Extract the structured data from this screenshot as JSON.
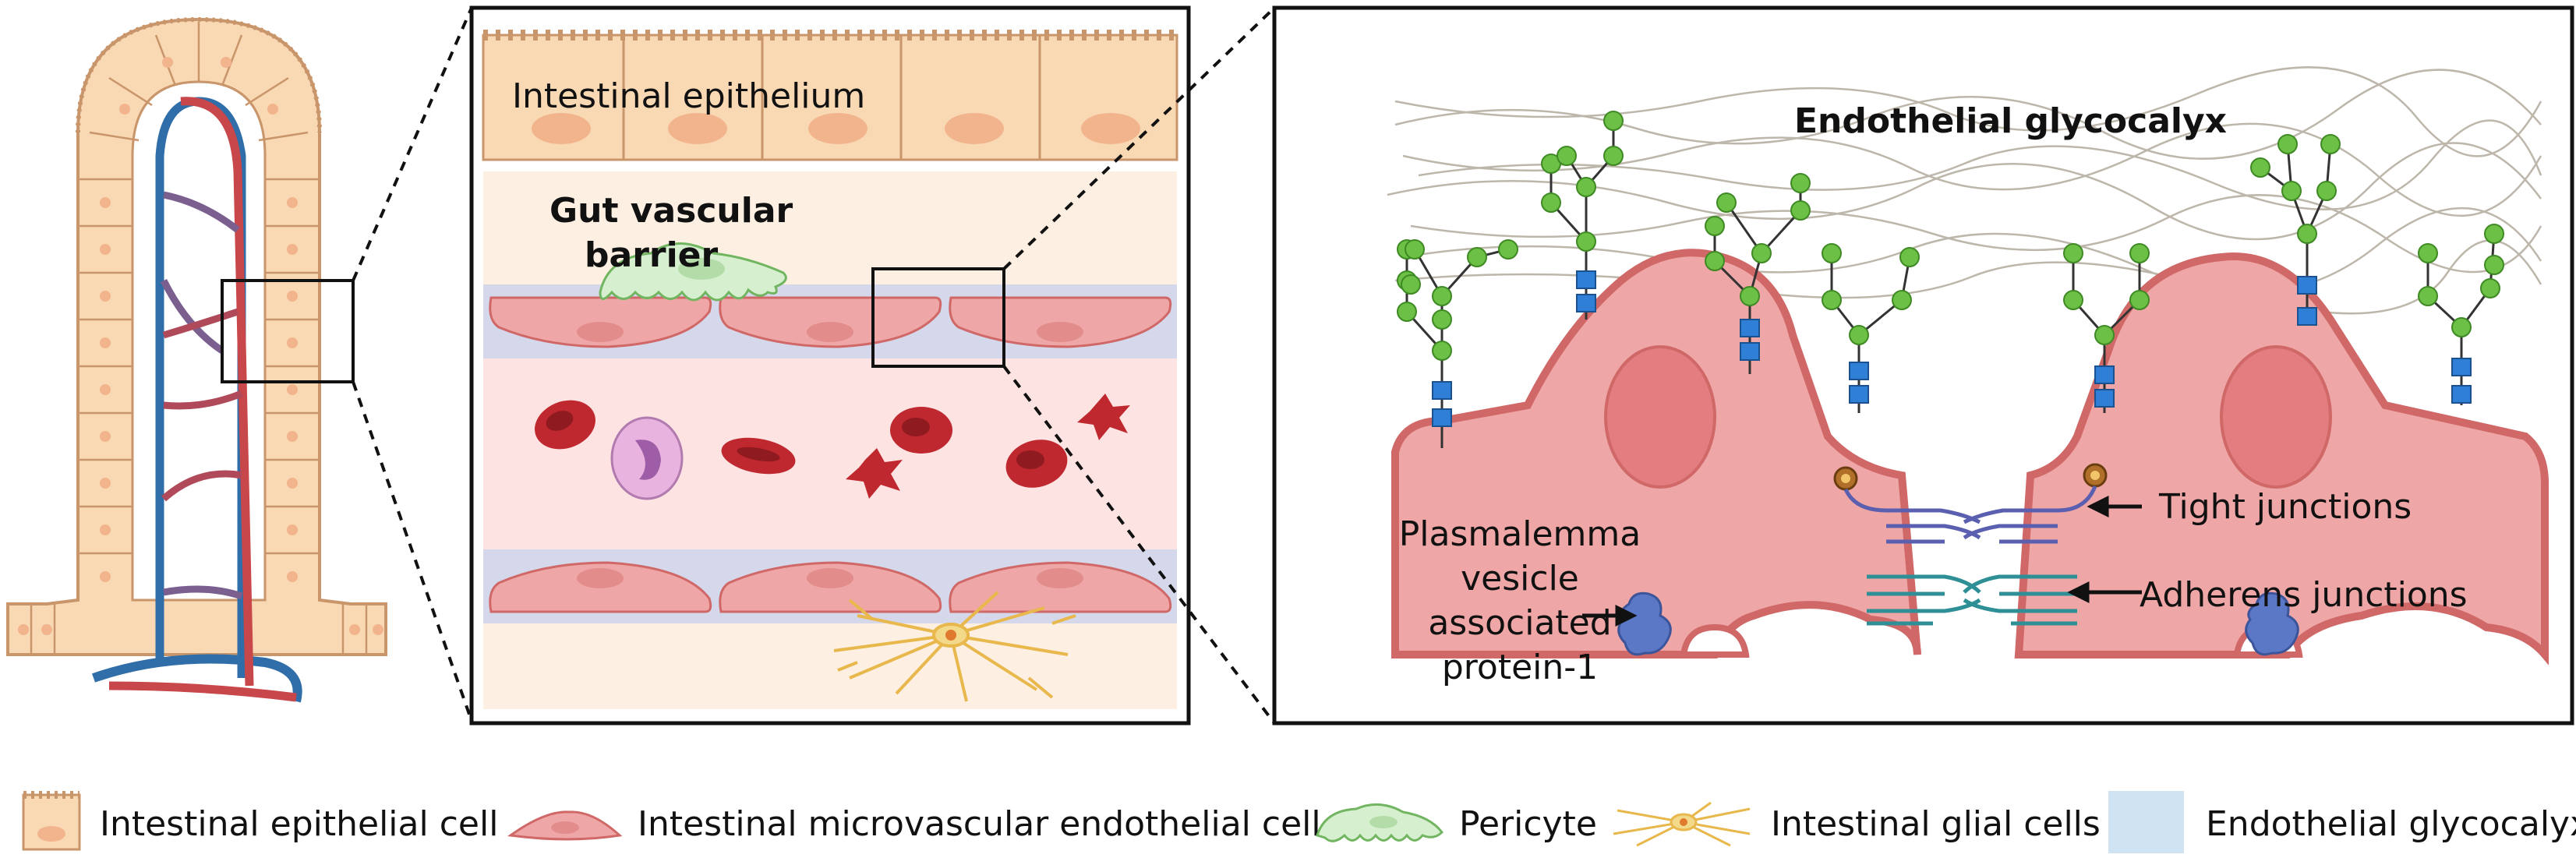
{
  "panel_middle": {
    "epithelium_label": "Intestinal epithelium",
    "barrier_label_line1": "Gut vascular",
    "barrier_label_line2": "barrier"
  },
  "panel_right": {
    "glycocalyx_label": "Endothelial glycocalyx",
    "tight_junctions_label": "Tight junctions",
    "adherens_junctions_label": "Adherens junctions",
    "plvap_label_line1": "Plasmalemma",
    "plvap_label_line2": "vesicle",
    "plvap_label_line3": "associated",
    "plvap_label_line4": "protein-1"
  },
  "legend": {
    "items": [
      {
        "label": "Intestinal epithelial cell",
        "icon": "epithelial-cell-icon"
      },
      {
        "label": "Intestinal microvascular endothelial cell",
        "icon": "endothelial-cell-icon"
      },
      {
        "label": "Pericyte",
        "icon": "pericyte-icon"
      },
      {
        "label": "Intestinal glial cells",
        "icon": "glial-cell-icon"
      },
      {
        "label": "Endothelial glycocalyx",
        "icon": "glycocalyx-swatch-icon"
      }
    ]
  },
  "colors": {
    "epithelium_fill": "#f9d8b4",
    "epithelium_stroke": "#c9956a",
    "endothelium_fill": "#efa6a6",
    "endothelium_stroke": "#d06868",
    "vein_blue": "#2f6ea8",
    "artery_red": "#c8474b",
    "pericyte_green": "#d6f0cf",
    "glial_yellow": "#e8b84c",
    "glycocalyx_blue": "#cfe3f3",
    "sugar_green": "#6cc045",
    "protein_blue": "#2f7fd6"
  }
}
